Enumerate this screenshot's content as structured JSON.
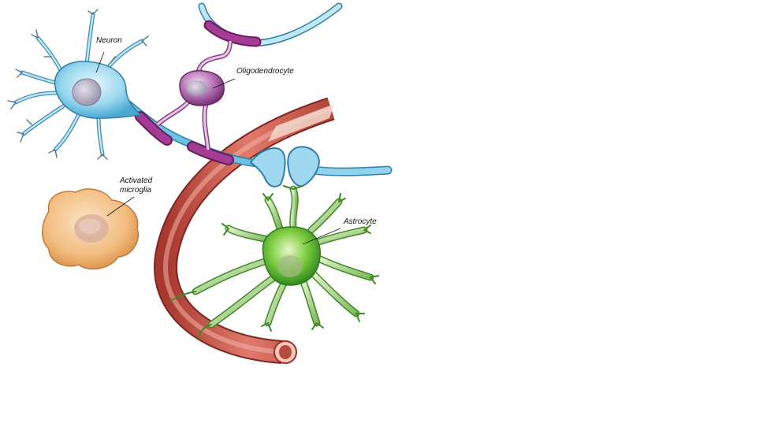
{
  "labels": {
    "neuron": "Neuron",
    "oligodendrocyte": "Oligodendrocyte",
    "microglia_line1": "Activated",
    "microglia_line2": "microglia",
    "astrocyte": "Astrocyte"
  },
  "colors": {
    "neuron_body": "#8fd3ec",
    "axon": "#5fb8dc",
    "myelin": "#8e2a7f",
    "oligodendrocyte": "#a866a8",
    "microglia": "#f0b878",
    "astrocyte": "#6cc04a",
    "blood_vessel": "#c9524a"
  }
}
